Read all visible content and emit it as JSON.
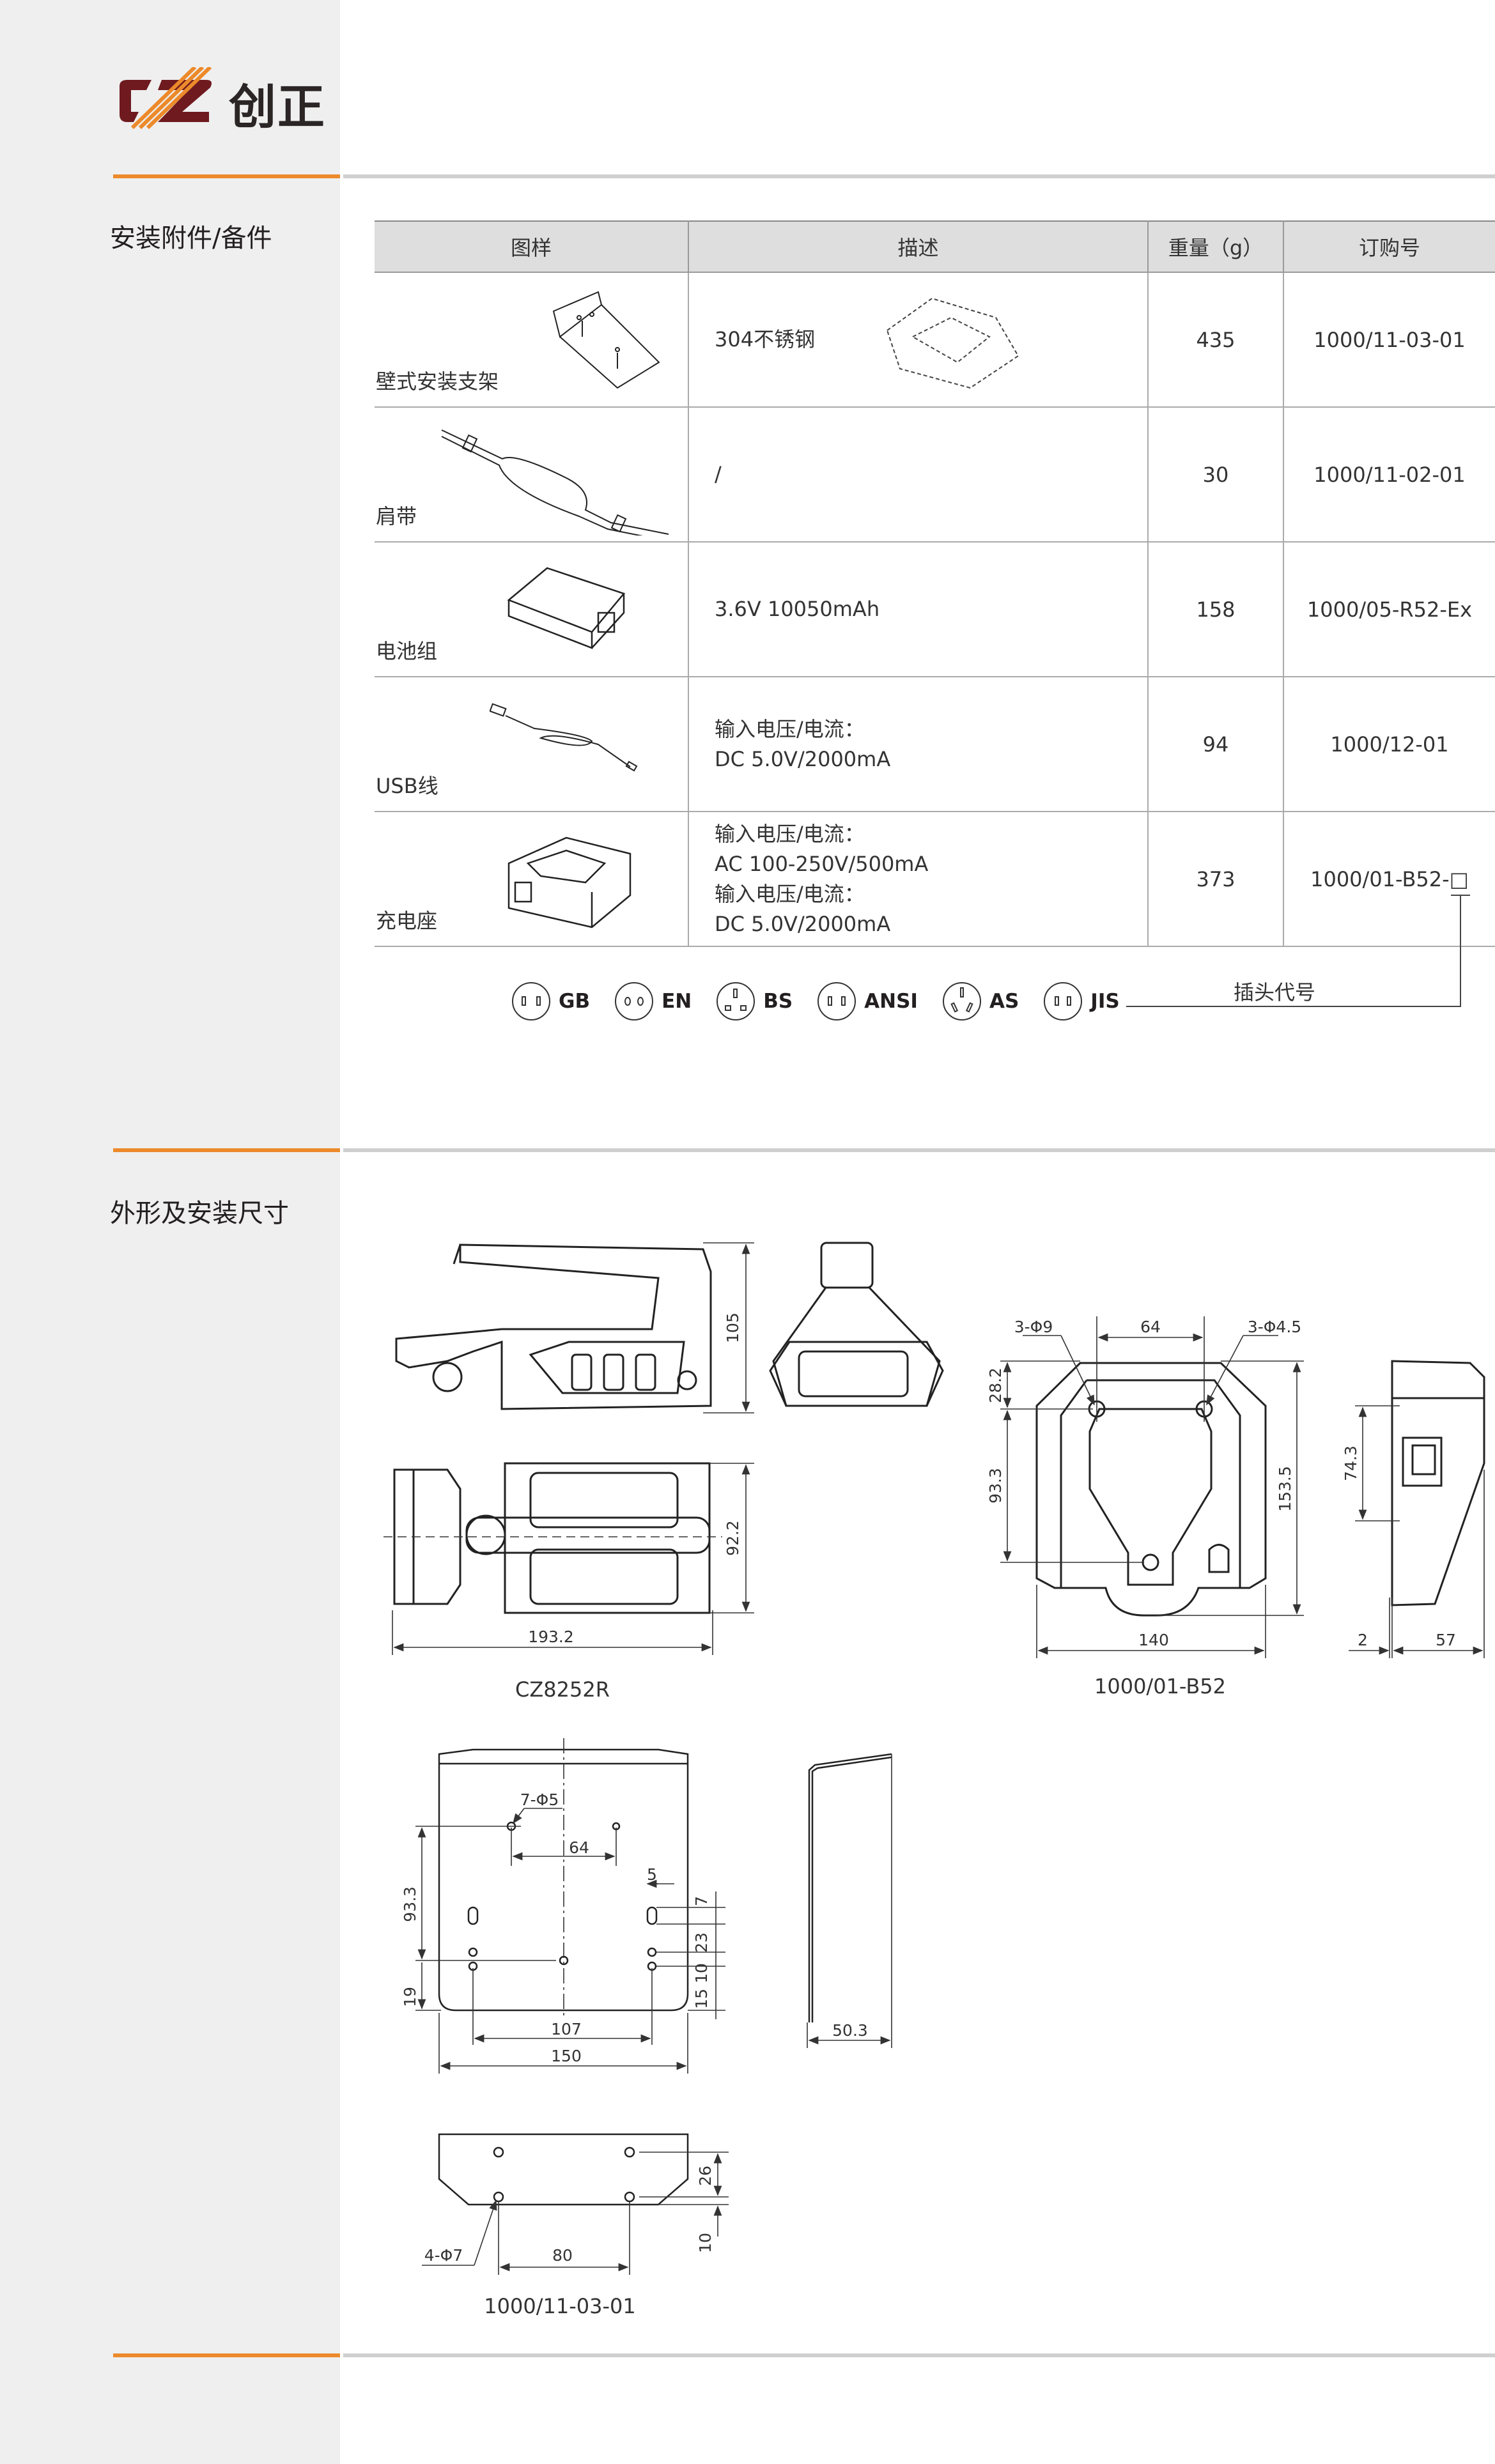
{
  "brand": {
    "logo_letters": "CZ",
    "name_cn": "创正"
  },
  "colors": {
    "accent": "#ec8a2b",
    "logo_red": "#6e1a1f",
    "sidebar": "#efefef"
  },
  "section1": {
    "title": "安装附件/备件"
  },
  "table": {
    "headers": [
      "图样",
      "描述",
      "重量（g）",
      "订购号"
    ],
    "rows": [
      {
        "name": "壁式安装支架",
        "desc": [
          "304不锈钢"
        ],
        "weight": "435",
        "order": "1000/11-03-01"
      },
      {
        "name": "肩带",
        "desc": [
          "/"
        ],
        "weight": "30",
        "order": "1000/11-02-01"
      },
      {
        "name": "电池组",
        "desc": [
          "3.6V  10050mAh"
        ],
        "weight": "158",
        "order": "1000/05-R52-Ex"
      },
      {
        "name": "USB线",
        "desc": [
          "输入电压/电流：",
          "DC 5.0V/2000mA"
        ],
        "weight": "94",
        "order": "1000/12-01"
      },
      {
        "name": "充电座",
        "desc": [
          "输入电压/电流：",
          "AC 100-250V/500mA",
          "输入电压/电流：",
          "DC 5.0V/2000mA"
        ],
        "weight": "373",
        "order": "1000/01-B52-□"
      }
    ]
  },
  "plugs": {
    "items": [
      "GB",
      "EN",
      "BS",
      "ANSI",
      "AS",
      "JIS"
    ],
    "label": "插头代号"
  },
  "section2": {
    "title": "外形及安装尺寸"
  },
  "lamp": {
    "model": "CZ8252R",
    "dims": {
      "height": "105",
      "width": "92.2",
      "length": "193.2"
    }
  },
  "charger": {
    "model": "1000/01-B52",
    "dims": {
      "holes_a": "3-Φ9",
      "holes_b": "3-Φ4.5",
      "spacing": "64",
      "top": "28.2",
      "mid": "93.3",
      "height": "153.5",
      "width": "140",
      "side_h": "74.3",
      "side_a": "2",
      "side_b": "57"
    }
  },
  "bracket": {
    "model": "1000/11-03-01",
    "dims": {
      "holes": "7-Φ5",
      "spacing": "64",
      "slot": "5",
      "d7": "7",
      "d23": "23",
      "d10": "10",
      "d15": "15",
      "h93": "93.3",
      "h19": "19",
      "w107": "107",
      "w150": "150",
      "depth": "50.3",
      "base_holes": "4-Φ7",
      "base_spacing": "80",
      "base_26": "26",
      "base_10": "10"
    }
  }
}
